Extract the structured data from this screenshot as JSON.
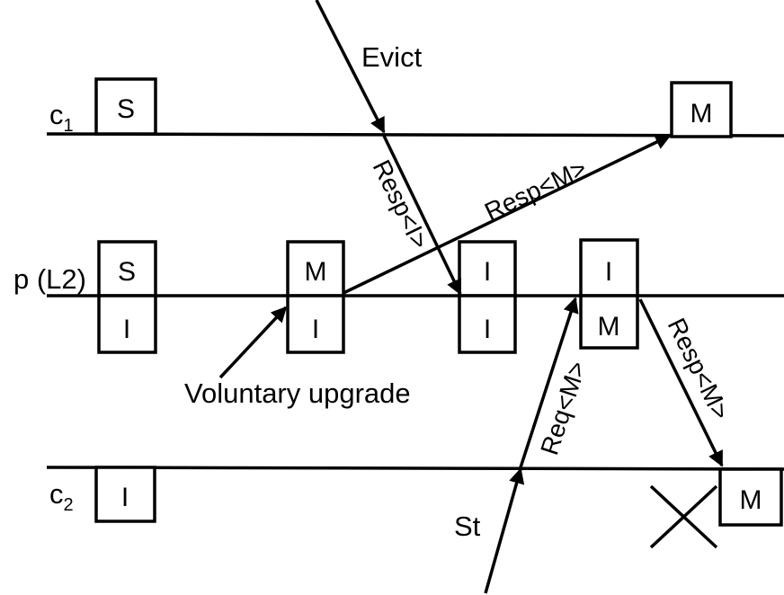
{
  "lines": {
    "c1": {
      "label": "c",
      "subscript": "1"
    },
    "p": {
      "label": "p (L2)"
    },
    "c2": {
      "label": "c",
      "subscript": "2"
    }
  },
  "states": {
    "c1_initial": "S",
    "c1_final": "M",
    "p_col1_top": "S",
    "p_col1_bottom": "I",
    "p_col2_top": "M",
    "p_col2_bottom": "I",
    "p_col3_top": "I",
    "p_col3_bottom": "I",
    "p_col4_top": "I",
    "p_col4_bottom": "M",
    "c2_initial": "I",
    "c2_final": "M"
  },
  "events": {
    "evict": "Evict",
    "store": "St",
    "voluntary_upgrade": "Voluntary upgrade"
  },
  "messages": {
    "resp_i": "Resp<I>",
    "resp_m_to_c1": "Resp<M>",
    "req_m": "Req<M>",
    "resp_m_to_c2": "Resp<M>"
  }
}
